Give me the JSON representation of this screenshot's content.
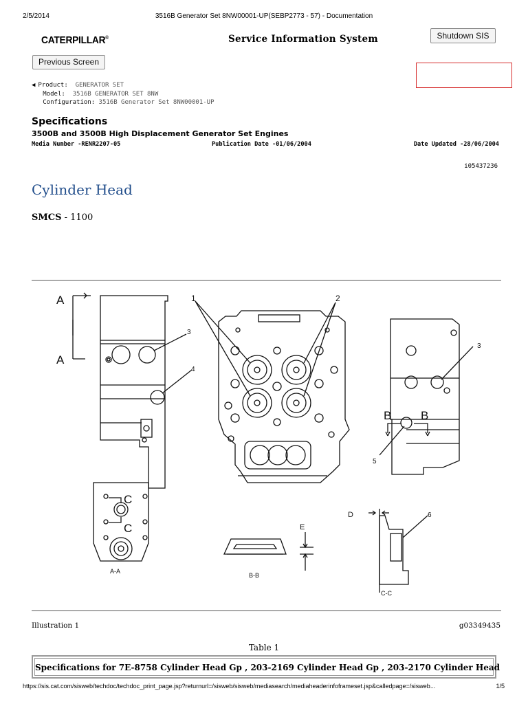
{
  "print_header": {
    "date": "2/5/2014",
    "title": "3516B Generator Set 8NW00001-UP(SEBP2773 - 57) - Documentation"
  },
  "header": {
    "logo": "CATERPILLAR",
    "logo_mark": "®",
    "system_title": "Service Information System",
    "shutdown_label": "Shutdown SIS",
    "previous_label": "Previous Screen"
  },
  "product_info": {
    "product_label": "Product:",
    "product_value": "GENERATOR SET",
    "model_label": "Model:",
    "model_value": "3516B GENERATOR SET 8NW",
    "config_label": "Configuration:",
    "config_value": "3516B Generator Set 8NW00001-UP"
  },
  "document": {
    "heading": "Specifications",
    "subheading": "3500B and 3500B High Displacement Generator Set Engines",
    "media_number": "Media Number -RENR2207-05",
    "publication_date": "Publication Date -01/06/2004",
    "date_updated": "Date Updated -28/06/2004",
    "doc_id": "i05437236",
    "title": "Cylinder Head",
    "smcs_label": "SMCS",
    "smcs_value": " - 1100"
  },
  "illustration": {
    "labels": {
      "A_top": "A",
      "A_bottom": "A",
      "n1": "1",
      "n2": "2",
      "n3": "3",
      "n4": "4",
      "n3b": "3",
      "n5": "5",
      "n6": "6",
      "B_left": "B",
      "B_right": "B",
      "C_top": "C",
      "C_bottom": "C",
      "D": "D",
      "E": "E",
      "AA": "A-A",
      "BB": "B-B",
      "CC": "C-C"
    },
    "caption": "Illustration 1",
    "id": "g03349435"
  },
  "table": {
    "label": "Table 1",
    "header": "Specifications for 7E-8758 Cylinder Head Gp , 203-2169 Cylinder Head Gp , 203-2170 Cylinder Head"
  },
  "footer": {
    "url": "https://sis.cat.com/sisweb/techdoc/techdoc_print_page.jsp?returnurl=/sisweb/sisweb/mediasearch/mediaheaderinfoframeset.jsp&calledpage=/sisweb...",
    "page": "1/5"
  },
  "colors": {
    "title_blue": "#1f4c8a",
    "alert_red": "#d62a2a"
  }
}
